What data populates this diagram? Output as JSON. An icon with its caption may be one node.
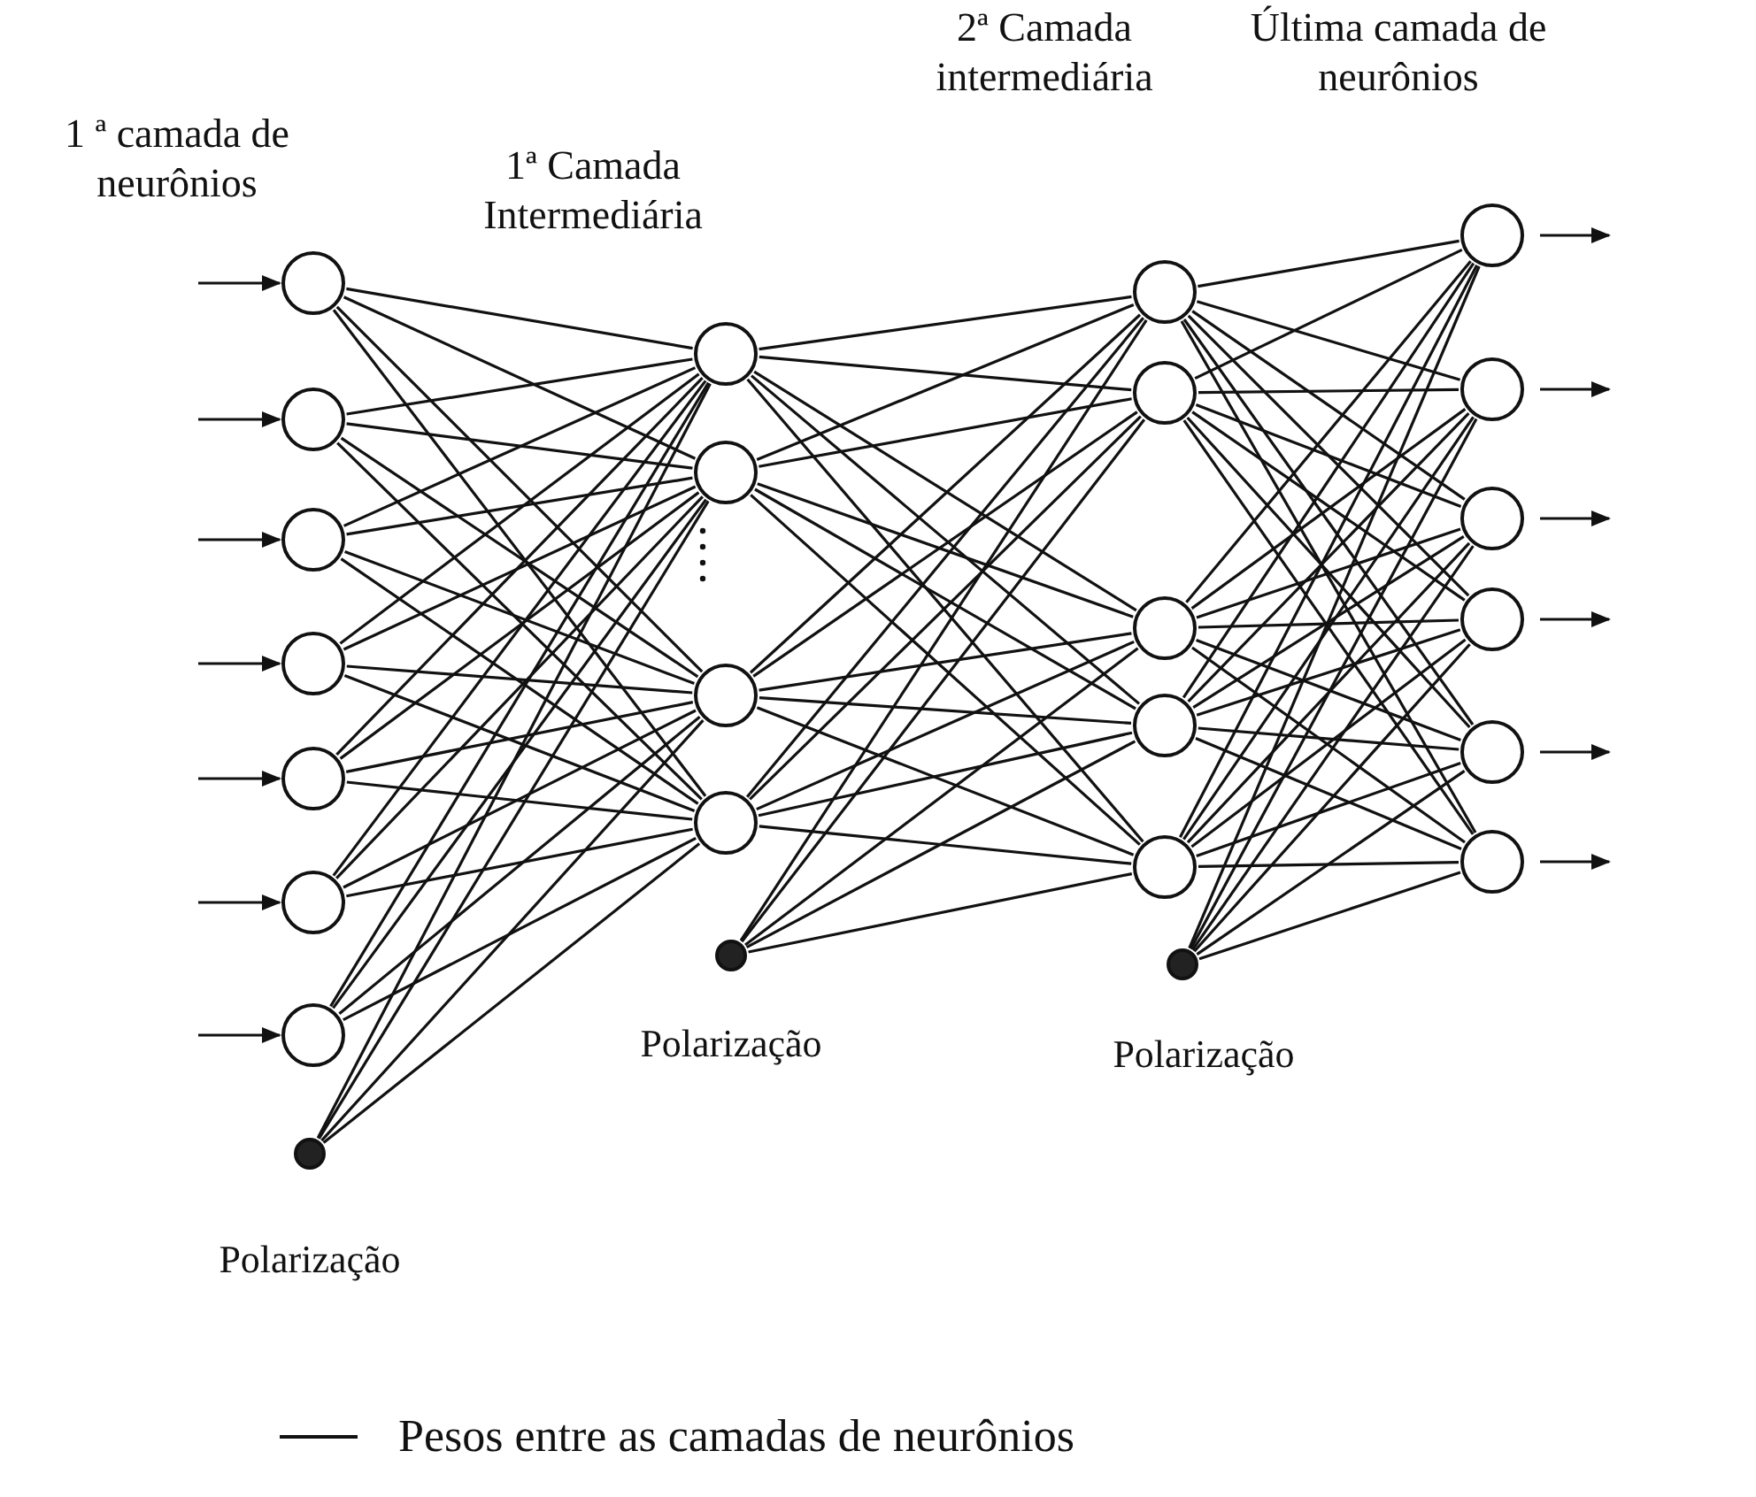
{
  "diagram": {
    "nodes": [
      {
        "text": [],
        "shape": "circle"
      },
      {
        "text": [],
        "shape": "circle"
      },
      {
        "text": [],
        "shape": "circle"
      },
      {
        "text": [],
        "shape": "circle"
      },
      {
        "text": [],
        "shape": "circle"
      },
      {
        "text": [],
        "shape": "circle"
      },
      {
        "text": [],
        "shape": "circle"
      },
      {
        "text": [],
        "shape": "circle",
        "beside": [
          "Polarização"
        ]
      },
      {
        "text": [],
        "shape": "circle"
      },
      {
        "text": [],
        "shape": "circle"
      },
      {
        "text": [],
        "shape": "circle"
      },
      {
        "text": [],
        "shape": "circle"
      },
      {
        "text": [],
        "shape": "circle",
        "beside": [
          "Polarização"
        ]
      },
      {
        "text": [],
        "shape": "circle"
      },
      {
        "text": [],
        "shape": "circle"
      },
      {
        "text": [],
        "shape": "circle"
      },
      {
        "text": [],
        "shape": "circle"
      },
      {
        "text": [],
        "shape": "circle"
      },
      {
        "text": [],
        "shape": "circle",
        "beside": [
          "Polarização"
        ]
      },
      {
        "text": [],
        "shape": "circle"
      },
      {
        "text": [],
        "shape": "circle"
      },
      {
        "text": [],
        "shape": "circle"
      },
      {
        "text": [],
        "shape": "circle"
      },
      {
        "text": [],
        "shape": "circle"
      },
      {
        "text": [],
        "shape": "circle"
      }
    ],
    "edges": [
      {
        "from": null,
        "to": 0,
        "arrow": "to"
      },
      {
        "from": null,
        "to": 1,
        "arrow": "to"
      },
      {
        "from": null,
        "to": 2,
        "arrow": "to"
      },
      {
        "from": null,
        "to": 3,
        "arrow": "to"
      },
      {
        "from": null,
        "to": 4,
        "arrow": "to"
      },
      {
        "from": null,
        "to": 5,
        "arrow": "to"
      },
      {
        "from": null,
        "to": 6,
        "arrow": "to"
      },
      {
        "from": 0,
        "to": 8,
        "arrow": "none"
      },
      {
        "from": 0,
        "to": 9,
        "arrow": "none"
      },
      {
        "from": 0,
        "to": 10,
        "arrow": "none"
      },
      {
        "from": 0,
        "to": 11,
        "arrow": "none"
      },
      {
        "from": 1,
        "to": 8,
        "arrow": "none"
      },
      {
        "from": 1,
        "to": 9,
        "arrow": "none"
      },
      {
        "from": 1,
        "to": 10,
        "arrow": "none"
      },
      {
        "from": 1,
        "to": 11,
        "arrow": "none"
      },
      {
        "from": 2,
        "to": 8,
        "arrow": "none"
      },
      {
        "from": 2,
        "to": 9,
        "arrow": "none"
      },
      {
        "from": 2,
        "to": 10,
        "arrow": "none"
      },
      {
        "from": 2,
        "to": 11,
        "arrow": "none"
      },
      {
        "from": 3,
        "to": 8,
        "arrow": "none"
      },
      {
        "from": 3,
        "to": 9,
        "arrow": "none"
      },
      {
        "from": 3,
        "to": 10,
        "arrow": "none"
      },
      {
        "from": 3,
        "to": 11,
        "arrow": "none"
      },
      {
        "from": 4,
        "to": 8,
        "arrow": "none"
      },
      {
        "from": 4,
        "to": 9,
        "arrow": "none"
      },
      {
        "from": 4,
        "to": 10,
        "arrow": "none"
      },
      {
        "from": 4,
        "to": 11,
        "arrow": "none"
      },
      {
        "from": 5,
        "to": 8,
        "arrow": "none"
      },
      {
        "from": 5,
        "to": 9,
        "arrow": "none"
      },
      {
        "from": 5,
        "to": 10,
        "arrow": "none"
      },
      {
        "from": 5,
        "to": 11,
        "arrow": "none"
      },
      {
        "from": 6,
        "to": 8,
        "arrow": "none"
      },
      {
        "from": 6,
        "to": 9,
        "arrow": "none"
      },
      {
        "from": 6,
        "to": 10,
        "arrow": "none"
      },
      {
        "from": 6,
        "to": 11,
        "arrow": "none"
      },
      {
        "from": 7,
        "to": 8,
        "arrow": "none"
      },
      {
        "from": 7,
        "to": 9,
        "arrow": "none"
      },
      {
        "from": 7,
        "to": 10,
        "arrow": "none"
      },
      {
        "from": 7,
        "to": 11,
        "arrow": "none"
      },
      {
        "from": 8,
        "to": 13,
        "arrow": "none"
      },
      {
        "from": 8,
        "to": 14,
        "arrow": "none"
      },
      {
        "from": 8,
        "to": 15,
        "arrow": "none"
      },
      {
        "from": 8,
        "to": 16,
        "arrow": "none"
      },
      {
        "from": 8,
        "to": 17,
        "arrow": "none"
      },
      {
        "from": 9,
        "to": 13,
        "arrow": "none"
      },
      {
        "from": 9,
        "to": 14,
        "arrow": "none"
      },
      {
        "from": 9,
        "to": 15,
        "arrow": "none"
      },
      {
        "from": 9,
        "to": 16,
        "arrow": "none"
      },
      {
        "from": 9,
        "to": 17,
        "arrow": "none"
      },
      {
        "from": 10,
        "to": 13,
        "arrow": "none"
      },
      {
        "from": 10,
        "to": 14,
        "arrow": "none"
      },
      {
        "from": 10,
        "to": 15,
        "arrow": "none"
      },
      {
        "from": 10,
        "to": 16,
        "arrow": "none"
      },
      {
        "from": 10,
        "to": 17,
        "arrow": "none"
      },
      {
        "from": 11,
        "to": 13,
        "arrow": "none"
      },
      {
        "from": 11,
        "to": 14,
        "arrow": "none"
      },
      {
        "from": 11,
        "to": 15,
        "arrow": "none"
      },
      {
        "from": 11,
        "to": 16,
        "arrow": "none"
      },
      {
        "from": 11,
        "to": 17,
        "arrow": "none"
      },
      {
        "from": 12,
        "to": 13,
        "arrow": "none"
      },
      {
        "from": 12,
        "to": 14,
        "arrow": "none"
      },
      {
        "from": 12,
        "to": 15,
        "arrow": "none"
      },
      {
        "from": 12,
        "to": 16,
        "arrow": "none"
      },
      {
        "from": 12,
        "to": 17,
        "arrow": "none"
      },
      {
        "from": 13,
        "to": 19,
        "arrow": "none"
      },
      {
        "from": 13,
        "to": 20,
        "arrow": "none"
      },
      {
        "from": 13,
        "to": 21,
        "arrow": "none"
      },
      {
        "from": 13,
        "to": 22,
        "arrow": "none"
      },
      {
        "from": 13,
        "to": 23,
        "arrow": "none"
      },
      {
        "from": 13,
        "to": 24,
        "arrow": "none"
      },
      {
        "from": 14,
        "to": 19,
        "arrow": "none"
      },
      {
        "from": 14,
        "to": 20,
        "arrow": "none"
      },
      {
        "from": 14,
        "to": 21,
        "arrow": "none"
      },
      {
        "from": 14,
        "to": 22,
        "arrow": "none"
      },
      {
        "from": 14,
        "to": 23,
        "arrow": "none"
      },
      {
        "from": 14,
        "to": 24,
        "arrow": "none"
      },
      {
        "from": 15,
        "to": 19,
        "arrow": "none"
      },
      {
        "from": 15,
        "to": 20,
        "arrow": "none"
      },
      {
        "from": 15,
        "to": 21,
        "arrow": "none"
      },
      {
        "from": 15,
        "to": 22,
        "arrow": "none"
      },
      {
        "from": 15,
        "to": 23,
        "arrow": "none"
      },
      {
        "from": 15,
        "to": 24,
        "arrow": "none"
      },
      {
        "from": 16,
        "to": 19,
        "arrow": "none"
      },
      {
        "from": 16,
        "to": 20,
        "arrow": "none"
      },
      {
        "from": 16,
        "to": 21,
        "arrow": "none"
      },
      {
        "from": 16,
        "to": 22,
        "arrow": "none"
      },
      {
        "from": 16,
        "to": 23,
        "arrow": "none"
      },
      {
        "from": 16,
        "to": 24,
        "arrow": "none"
      },
      {
        "from": 17,
        "to": 19,
        "arrow": "none"
      },
      {
        "from": 17,
        "to": 20,
        "arrow": "none"
      },
      {
        "from": 17,
        "to": 21,
        "arrow": "none"
      },
      {
        "from": 17,
        "to": 22,
        "arrow": "none"
      },
      {
        "from": 17,
        "to": 23,
        "arrow": "none"
      },
      {
        "from": 17,
        "to": 24,
        "arrow": "none"
      },
      {
        "from": 18,
        "to": 19,
        "arrow": "none"
      },
      {
        "from": 18,
        "to": 20,
        "arrow": "none"
      },
      {
        "from": 18,
        "to": 21,
        "arrow": "none"
      },
      {
        "from": 18,
        "to": 22,
        "arrow": "none"
      },
      {
        "from": 18,
        "to": 23,
        "arrow": "none"
      },
      {
        "from": 18,
        "to": 24,
        "arrow": "none"
      },
      {
        "from": 19,
        "to": null,
        "arrow": "to"
      },
      {
        "from": 20,
        "to": null,
        "arrow": "to"
      },
      {
        "from": 21,
        "to": null,
        "arrow": "to"
      },
      {
        "from": 22,
        "to": null,
        "arrow": "to"
      },
      {
        "from": 23,
        "to": null,
        "arrow": "to"
      },
      {
        "from": 24,
        "to": null,
        "arrow": "to"
      }
    ],
    "labels": [
      "1 ª camada de neurônios",
      "1ª Camada Intermediária",
      "2ª Camada intermediária",
      "Última camada de neurônios"
    ],
    "legend": [
      {
        "text": "Pesos entre as camadas de neurônios"
      }
    ]
  }
}
